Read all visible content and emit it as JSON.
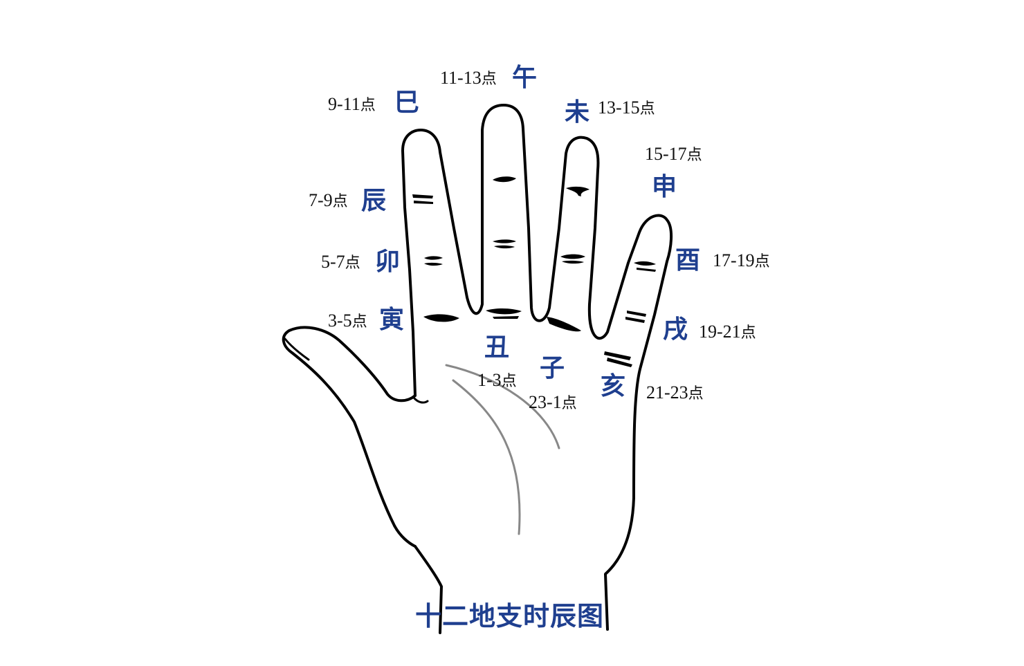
{
  "title": "十二地支时辰图",
  "unit": "点",
  "colors": {
    "branch_text": "#1f3f8f",
    "hour_text": "#111111",
    "outline": "#000000",
    "palm_lines": "#888888"
  },
  "branches": {
    "si": {
      "name": "巳",
      "range": "9-11"
    },
    "wu": {
      "name": "午",
      "range": "11-13"
    },
    "wei": {
      "name": "未",
      "range": "13-15"
    },
    "shen": {
      "name": "申",
      "range": "15-17"
    },
    "chen": {
      "name": "辰",
      "range": "7-9"
    },
    "you": {
      "name": "酉",
      "range": "17-19"
    },
    "mao": {
      "name": "卯",
      "range": "5-7"
    },
    "yin": {
      "name": "寅",
      "range": "3-5"
    },
    "xu": {
      "name": "戌",
      "range": "19-21"
    },
    "chou": {
      "name": "丑",
      "range": "1-3"
    },
    "zi": {
      "name": "子",
      "range": "23-1"
    },
    "hai": {
      "name": "亥",
      "range": "21-23"
    }
  }
}
